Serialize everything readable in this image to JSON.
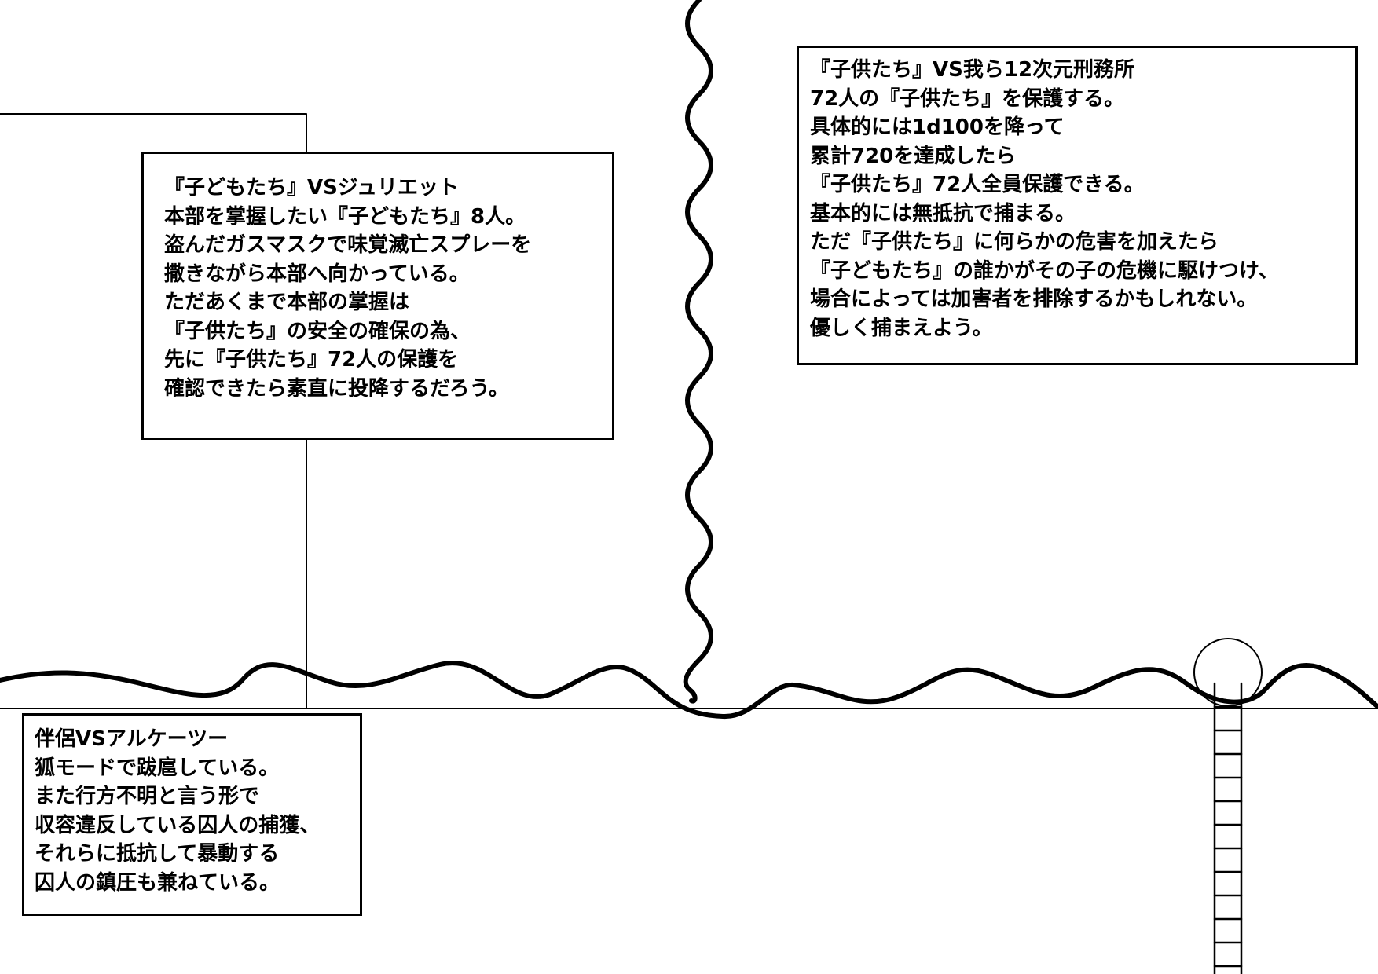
{
  "notes": {
    "juliet": {
      "lines": [
        "『子どもたち』VSジュリエット",
        "本部を掌握したい『子どもたち』8人。",
        "盗んだガスマスクで味覚滅亡スプレーを",
        "撒きながら本部へ向かっている。",
        "ただあくまで本部の掌握は",
        "『子供たち』の安全の確保の為、",
        "先に『子供たち』72人の保護を",
        "確認できたら素直に投降するだろう。"
      ]
    },
    "prison": {
      "lines": [
        "『子供たち』VS我ら12次元刑務所",
        "72人の『子供たち』を保護する。",
        "具体的には1d100を降って",
        "累計720を達成したら",
        "『子供たち』72人全員保護できる。",
        "基本的には無抵抗で捕まる。",
        "ただ『子供たち』に何らかの危害を加えたら",
        "『子どもたち』の誰かがその子の危機に駆けつけ、",
        "場合によっては加害者を排除するかもしれない。",
        "優しく捕まえよう。"
      ]
    },
    "partner": {
      "lines": [
        "伴侶VSアルケーツー",
        "狐モードで跋扈している。",
        "また行方不明と言う形で",
        "収容違反している囚人の捕獲、",
        "それらに抵抗して暴動する",
        "囚人の鎮圧も兼ねている。"
      ]
    }
  }
}
